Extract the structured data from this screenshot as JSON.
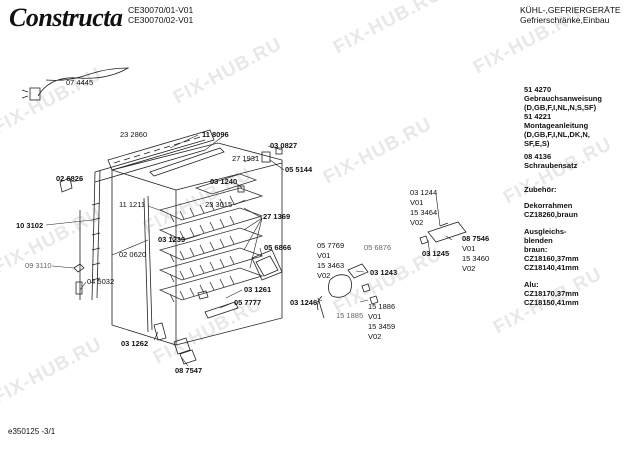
{
  "header": {
    "brand": "Constructa",
    "model_line_1": "CE30070/01-V01",
    "model_line_2": "CE30070/02-V01",
    "category_line_1": "KÜHL-,GEFRIERGERÄTE",
    "category_line_2": "Gefrierschränke,Einbau"
  },
  "parts": {
    "p074445": "07 4445",
    "p232860": "23 2860",
    "p118096": "11 8096",
    "p271931": "27 1931",
    "p030827": "03 0827",
    "p055144": "05 5144",
    "p026826": "02 6826",
    "p031240": "03 1240",
    "p111211": "11 1211",
    "p233015": "23 3015",
    "p271369": "27 1369",
    "p103102": "10 3102",
    "p031239": "03 1239",
    "p020620": "02 0620",
    "p093110": "09 3110",
    "p045032": "04 5032",
    "p056866": "05 6866",
    "p031261": "03 1261",
    "p057777": "05 7777",
    "p031262": "03 1262",
    "p087547": "08 7547",
    "p031244": "03 1244",
    "v01a": "V01",
    "p153464": "15 3464",
    "v02a": "V02",
    "p087546": "08 7546",
    "v01b": "V01",
    "p153460": "15 3460",
    "v02b": "V02",
    "p031245": "03 1245",
    "p057769": "05 7769",
    "v01c": "V01",
    "p153463": "15 3463",
    "v02c": "V02",
    "p056876": "05 6876",
    "p031243": "03 1243",
    "p031246": "03 1246",
    "p151885": "15 1885",
    "p151886": "15 1886",
    "v01d": "V01",
    "p153459": "15 3459",
    "v02d": "V02"
  },
  "info": {
    "i1": "51 4270",
    "i2": "Gebrauchsanweisung",
    "i3": "(D,GB,F,I,NL,N,S,SF)",
    "i4": "51 4221",
    "i5": "Montageanleitung",
    "i6": "(D,GB,F,I,NL,DK,N,",
    "i7": "SF,E,S)",
    "i8": "08 4136",
    "i9": "Schraubensatz",
    "acc_title": "Zubehör:",
    "d1": "Dekorrahmen",
    "d2": "CZ18260,braun",
    "a1": "Ausgleichs-",
    "a2": "blenden",
    "a3": "braun:",
    "a4": "CZ18160,37mm",
    "a5": "CZ18140,41mm",
    "al1": "Alu:",
    "al2": "CZ18170,37mm",
    "al3": "CZ18150,41mm"
  },
  "footer": {
    "code": "e350125 -3/1"
  },
  "watermark": "FIX-HUB.RU"
}
